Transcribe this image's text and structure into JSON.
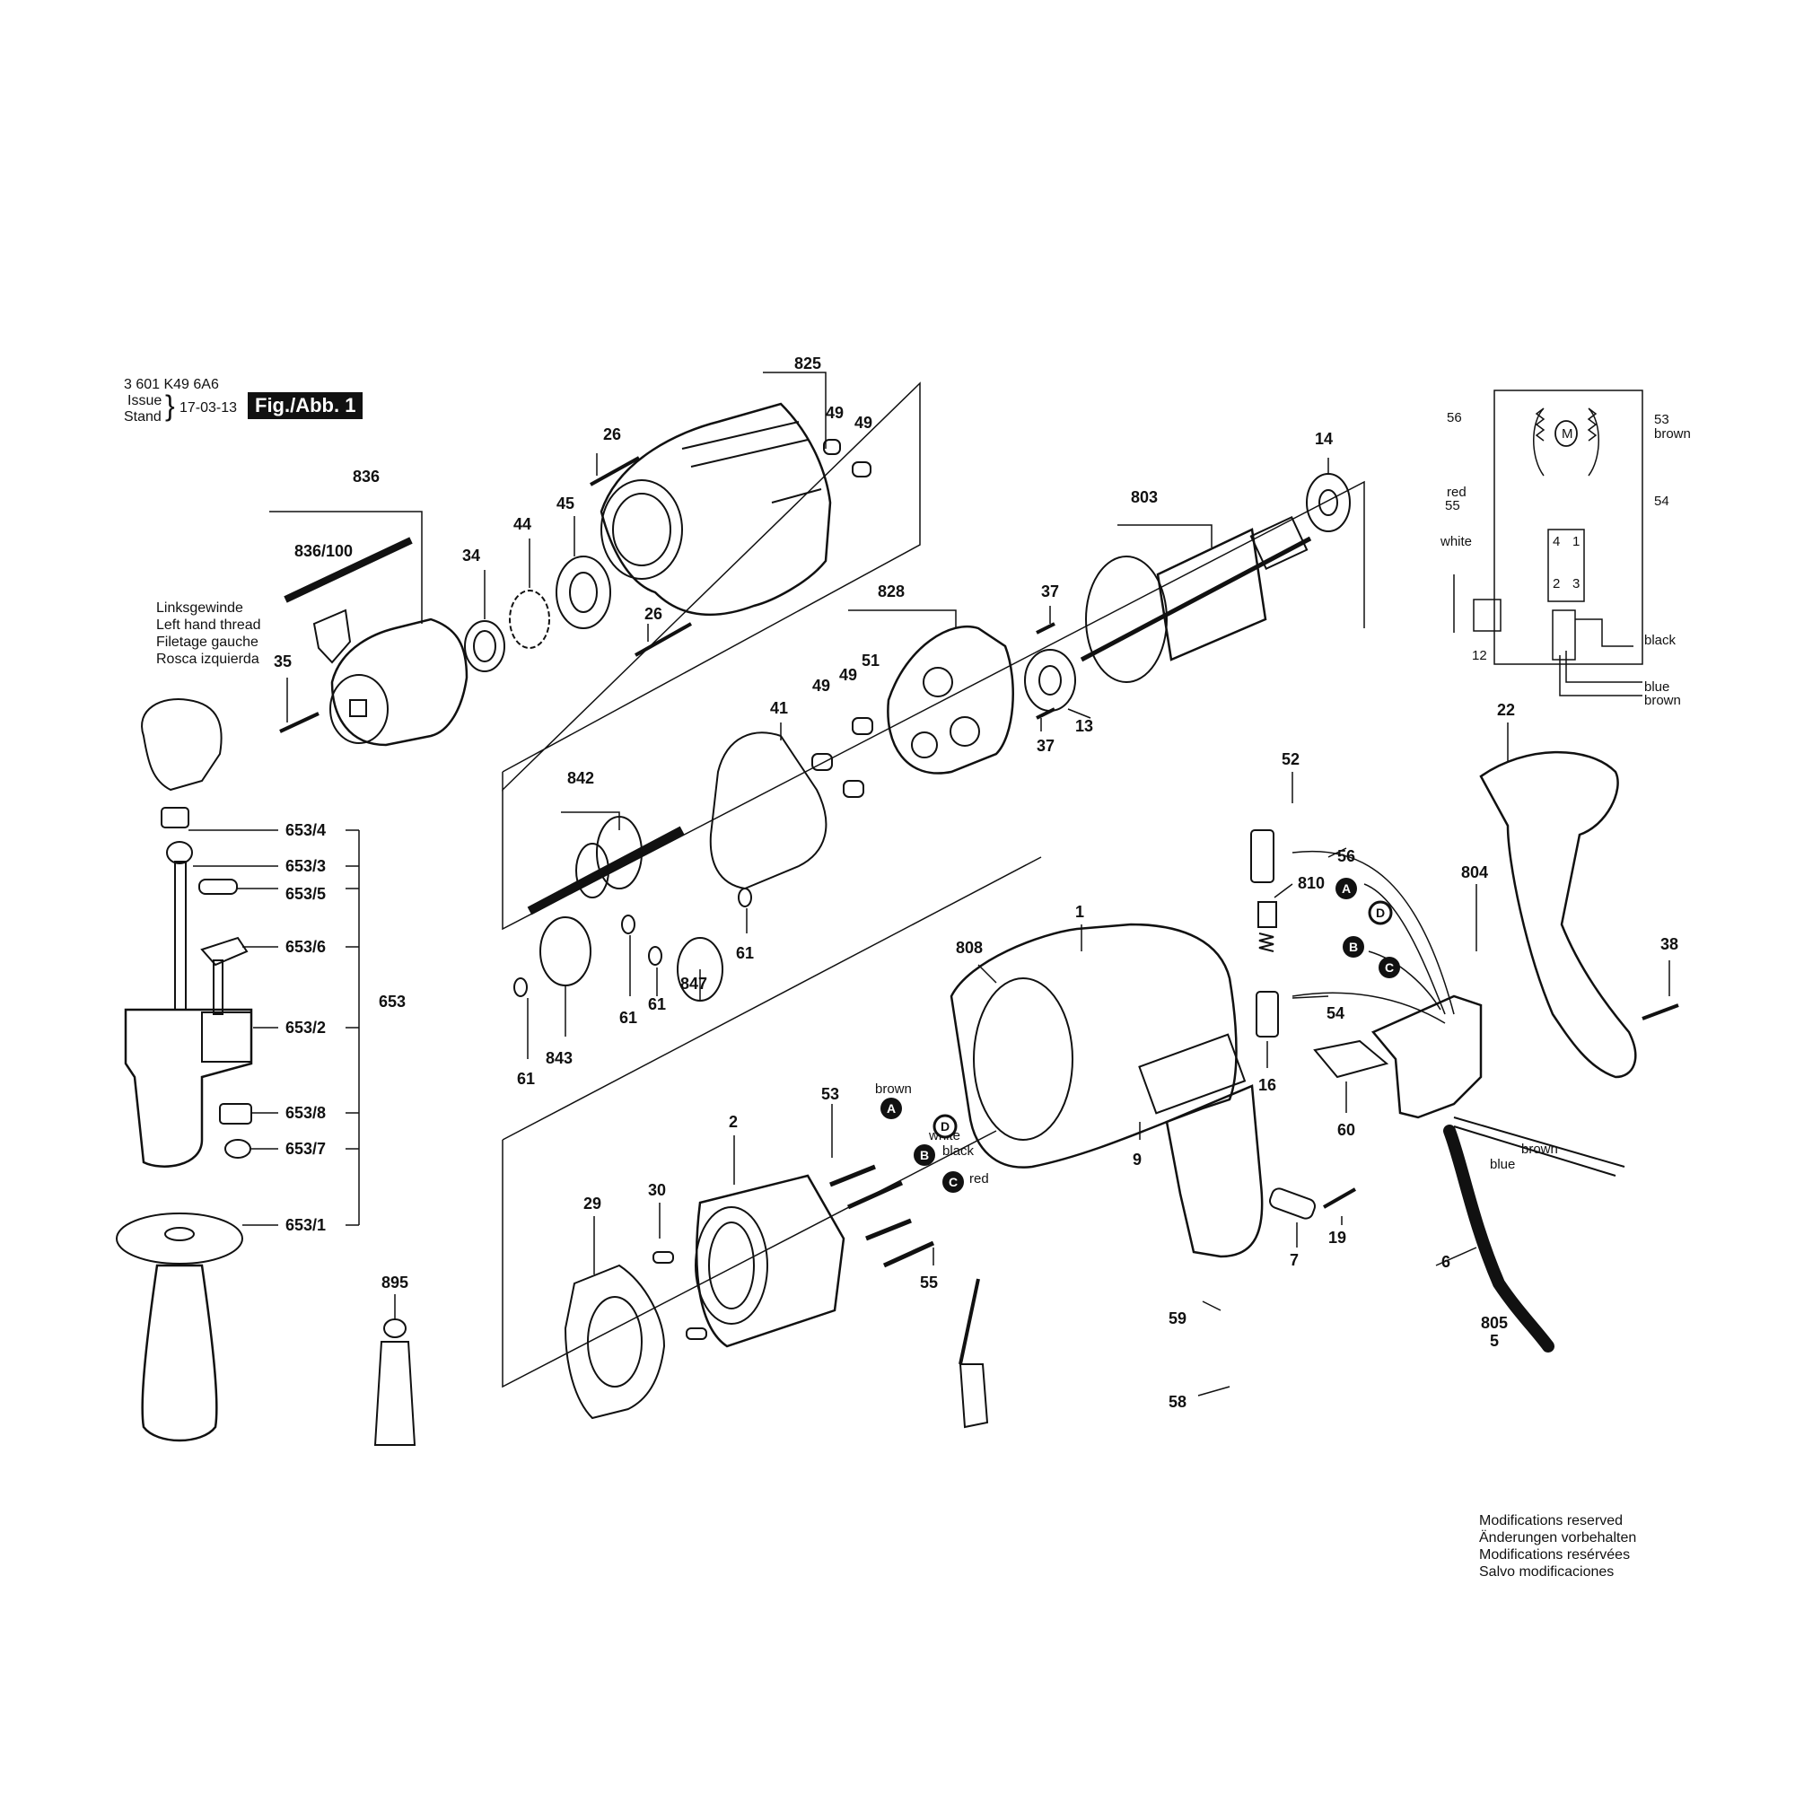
{
  "header": {
    "doc_number": "3 601 K49 6A6",
    "issue_label": "Issue",
    "stand_label": "Stand",
    "issue_date": "17-03-13",
    "figure": "Fig./Abb. 1"
  },
  "thread_note": [
    "Linksgewinde",
    "Left hand thread",
    "Filetage gauche",
    "Rosca izquierda"
  ],
  "modifications": [
    "Modifications reserved",
    "Änderungen vorbehalten",
    "Modifications resérvées",
    "Salvo modificaciones"
  ],
  "parts": {
    "p825": "825",
    "p49a": "49",
    "p49b": "49",
    "p26a": "26",
    "p26b": "26",
    "p836": "836",
    "p836_100": "836/100",
    "p34": "34",
    "p44": "44",
    "p45": "45",
    "p35": "35",
    "p14": "14",
    "p803": "803",
    "p37a": "37",
    "p37b": "37",
    "p13": "13",
    "p828": "828",
    "p49c": "49",
    "p49d": "49",
    "p51": "51",
    "p41": "41",
    "p842": "842",
    "p61a": "61",
    "p61b": "61",
    "p61c": "61",
    "p61d": "61",
    "p847": "847",
    "p843": "843",
    "p653_4": "653/4",
    "p653_3": "653/3",
    "p653_5": "653/5",
    "p653_6": "653/6",
    "p653": "653",
    "p653_2": "653/2",
    "p653_8": "653/8",
    "p653_7": "653/7",
    "p653_1": "653/1",
    "p895": "895",
    "p52": "52",
    "p56": "56",
    "p810": "810",
    "p804": "804",
    "p54": "54",
    "p16": "16",
    "p60": "60",
    "p22": "22",
    "p38": "38",
    "p1": "1",
    "p808": "808",
    "p9": "9",
    "p53": "53",
    "p2": "2",
    "p30": "30",
    "p29": "29",
    "p55": "55",
    "p7": "7",
    "p19": "19",
    "p59": "59",
    "p58": "58",
    "p6": "6",
    "p805": "805",
    "p5": "5",
    "s56": "56",
    "s53": "53",
    "s55": "55",
    "s54": "54",
    "s12": "12"
  },
  "wires": {
    "brown": "brown",
    "white": "white",
    "black": "black",
    "red": "red",
    "blue": "blue",
    "s_brown": "brown",
    "s_red": "red",
    "s_white": "white",
    "s_black": "black",
    "s_blue": "blue",
    "s_brown2": "brown",
    "c_blue": "blue",
    "c_brown": "brown"
  },
  "connectors": {
    "a": "A",
    "b": "B",
    "c": "C",
    "d": "D",
    "a2": "A",
    "b2": "B",
    "c2": "C",
    "d2": "D"
  },
  "schematic": {
    "motor": "M",
    "sw4": "4",
    "sw1": "1",
    "sw2": "2",
    "sw3": "3"
  }
}
